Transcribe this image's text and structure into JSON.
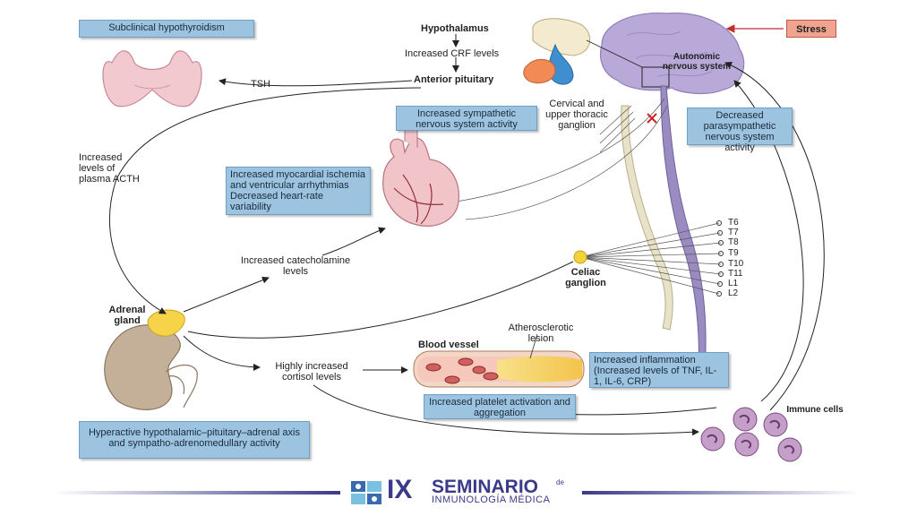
{
  "boxes": {
    "subclinical": "Subclinical hypothyroidism",
    "sympathetic": "Increased sympathetic nervous system activity",
    "parasympathetic": "Decreased parasympathetic nervous system activity",
    "myocardial": "Increased myocardial ischemia and ventricular arrhythmias Decreased heart-rate variability",
    "inflammation": "Increased inflammation (Increased levels of TNF, IL-1, IL-6, CRP)",
    "platelet": "Increased platelet activation and aggregation",
    "hpa": "Hyperactive hypothalamic–pituitary–adrenal axis and sympatho-adrenomedullary activity",
    "stress": "Stress"
  },
  "labels": {
    "hypothalamus": "Hypothalamus",
    "crf": "Increased CRF levels",
    "anterior_pituitary": "Anterior pituitary",
    "tsh": "TSH",
    "acth": "Increased levels of plasma ACTH",
    "autonomic": "Autonomic nervous system",
    "cervical": "Cervical and upper thoracic ganglion",
    "catecholamine": "Increased catecholamine levels",
    "adrenal": "Adrenal gland",
    "celiac": "Celiac ganglion",
    "cortisol": "Highly increased cortisol levels",
    "blood_vessel": "Blood vessel",
    "atherosclerotic": "Atherosclerotic lesion",
    "immune": "Immune cells",
    "spinal_levels": [
      "T6",
      "T7",
      "T8",
      "T9",
      "T10",
      "T11",
      "L1",
      "L2"
    ]
  },
  "footer": {
    "roman": "IX",
    "seminario": "SEMINARIO",
    "de": "de",
    "subtitle": "INMUNOLOGÍA MÉDICA"
  },
  "colors": {
    "box_fill": "#9cc4e0",
    "stress_fill": "#f0a490",
    "brain": "#b9a9d8",
    "spinal_cord": "#9a8cc0",
    "vertebral_chain": "#e8e2c8",
    "footer_bar": "#3a3a8a"
  }
}
